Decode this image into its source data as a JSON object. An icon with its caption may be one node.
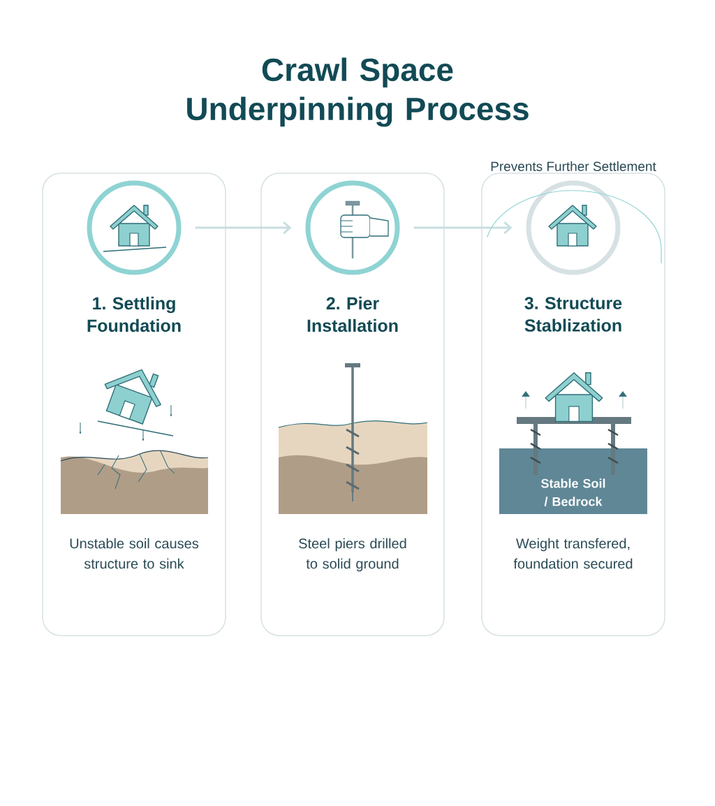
{
  "diagram": {
    "title": "Crawl Space Underpinning Process",
    "nodes": [
      {
        "text": [
          "1. Settling Foundation",
          "Unstable soil causes structure to sink"
        ]
      },
      {
        "text": [],
        "shape": "circle",
        "in": 0
      },
      {
        "text": [
          "2. Pier Installation",
          "Steel piers drilled to solid ground"
        ]
      },
      {
        "text": [],
        "shape": "circle",
        "in": 2
      },
      {
        "text": [
          "3. Structure Stablization",
          "Weight transfered, foundation secured"
        ]
      },
      {
        "text": [],
        "shape": "circle",
        "in": 4
      }
    ],
    "edges": [
      {
        "from": 1,
        "to": 3,
        "arrow": "to"
      },
      {
        "from": 3,
        "to": 5,
        "arrow": "to"
      }
    ],
    "labels": [
      "Prevents Further Settlement",
      "Stable Soil / Bedrock"
    ]
  }
}
